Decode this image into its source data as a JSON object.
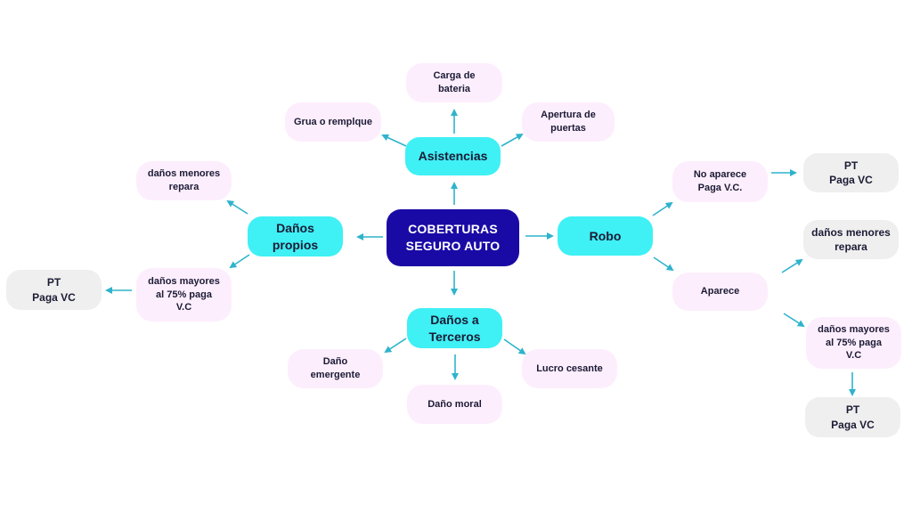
{
  "colors": {
    "center_fill": "#1a0aa5",
    "primary_fill": "#3ff0f5",
    "leaf_fill": "#fdeefd",
    "terminal_fill": "#efefef",
    "arrow": "#2fb3cc"
  },
  "center": {
    "label": "COBERTURAS\nSEGURO AUTO"
  },
  "asistencias": {
    "label": "Asistencias",
    "items": {
      "bateria": "Carga de\nbateria",
      "grua": "Grua o  remplque",
      "puertas": "Apertura de\npuertas"
    }
  },
  "danos_propios": {
    "label": "Daños\npropios",
    "menores": "daños menores\nrepara",
    "mayores": "daños mayores\nal 75% paga\nV.C",
    "pt": "PT\nPaga VC"
  },
  "danos_terceros": {
    "label": "Daños a\nTerceros",
    "items": {
      "emergente": "Daño\nemergente",
      "moral": "Daño moral",
      "lucro": "Lucro cesante"
    }
  },
  "robo": {
    "label": "Robo",
    "no_aparece": "No aparece\nPaga V.C.",
    "no_aparece_pt": "PT\nPaga VC",
    "aparece": "Aparece",
    "aparece_menores": "daños menores\nrepara",
    "aparece_mayores": "daños mayores\nal 75% paga\nV.C",
    "aparece_pt": "PT\nPaga VC"
  }
}
